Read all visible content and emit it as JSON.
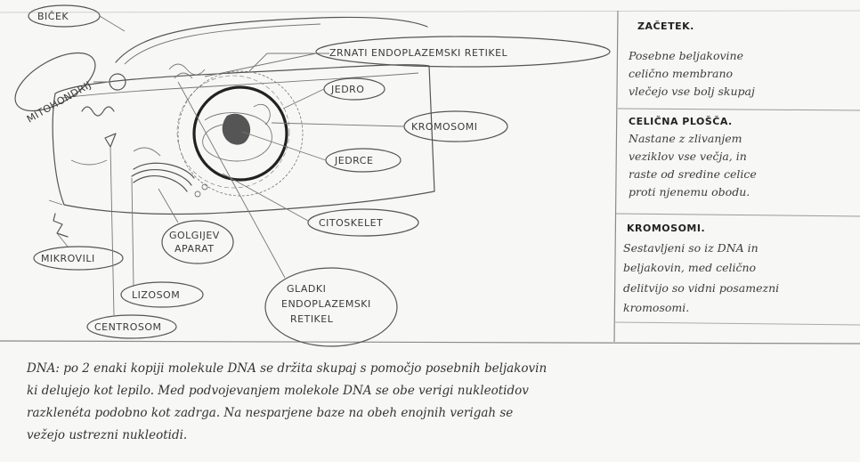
{
  "labels": {
    "bicek": "BIČEK",
    "mitohondrij": "MITOHONDRIJ",
    "zrnati": "ZRNATI ENDOPLAZEMSKI RETIKEL",
    "jedro": "JEDRO",
    "kromosomi": "KROMOSOMI",
    "jedrce": "JEDRCE",
    "citoskelet": "CITOSKELET",
    "golgijev_1": "GOLGIJEV",
    "golgijev_2": "APARAT",
    "mikrovili": "MIKROVILI",
    "lizosom": "LIZOSOM",
    "centrosom": "CENTROSOM",
    "gladki_1": "GLADKI",
    "gladki_2": "ENDOPLAZEMSKI",
    "gladki_3": "RETIKEL"
  },
  "notes": {
    "zacetek": {
      "title": "ZAČETEK.",
      "lines": [
        "Posebne beljakovine",
        "celično membrano",
        "vlečejo vse bolj skupaj"
      ]
    },
    "celicna_plosca": {
      "title": "CELIČNA PLOŠČA.",
      "lines": [
        "Nastane z zlivanjem",
        "veziklov vse večja, in",
        "raste od sredine celice",
        "proti njenemu obodu."
      ]
    },
    "kromosomi": {
      "title": "KROMOSOMI.",
      "lines": [
        "Sestavljeni so iz DNA in",
        "beljakovin, med celično",
        "delitvijo so vidni posamezni",
        "kromosomi."
      ]
    }
  },
  "dna_text": {
    "lines": [
      "DNA: po 2 enaki kopiji molekule DNA se držita skupaj s pomočjo posebnih beljakovin",
      "ki delujejo kot lepilo. Med podvojevanjem molekole DNA se obe verigi nukleotidov",
      "razklenéta podobno kot zadrga. Na nesparjene baze na obeh enojnih verigah se",
      "vežejo ustrezni nukleotidi."
    ]
  }
}
